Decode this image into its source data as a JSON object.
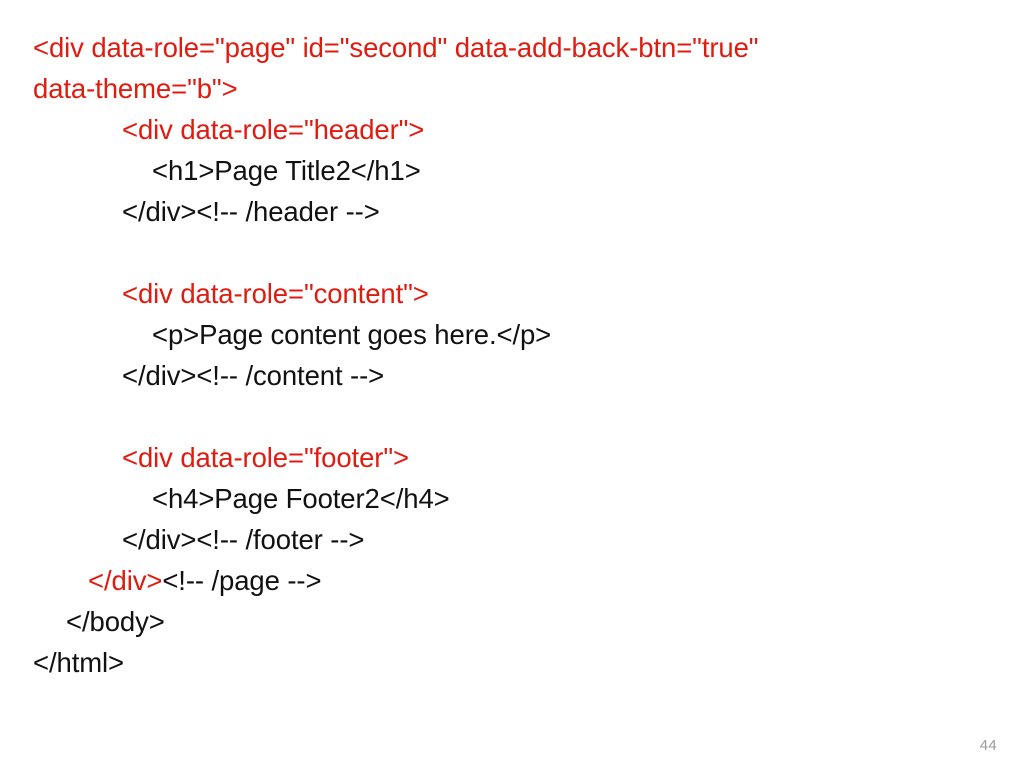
{
  "slide": {
    "page_number": "44",
    "colors": {
      "markup_red": "#E01B10",
      "text_black": "#111111",
      "background": "#FFFFFF",
      "page_number_gray": "#9B9B9B"
    }
  },
  "code": {
    "lines": [
      {
        "indent": 0,
        "blank": false,
        "segments": [
          {
            "color": "red",
            "text": "<div data-role=\"page\" id=\"second\" data-add-back-btn=\"true\""
          }
        ]
      },
      {
        "indent": 0,
        "blank": false,
        "segments": [
          {
            "color": "red",
            "text": "data-theme=\"b\">"
          }
        ]
      },
      {
        "indent": 3,
        "blank": false,
        "segments": [
          {
            "color": "red",
            "text": "<div data-role=\"header\">"
          }
        ]
      },
      {
        "indent": 4,
        "blank": false,
        "segments": [
          {
            "color": "black",
            "text": "<h1>Page Title2</h1>"
          }
        ]
      },
      {
        "indent": 3,
        "blank": false,
        "segments": [
          {
            "color": "black",
            "text": "</div><!-- /header -->"
          }
        ]
      },
      {
        "indent": 0,
        "blank": true,
        "segments": []
      },
      {
        "indent": 3,
        "blank": false,
        "segments": [
          {
            "color": "red",
            "text": "<div data-role=\"content\">"
          }
        ]
      },
      {
        "indent": 4,
        "blank": false,
        "segments": [
          {
            "color": "black",
            "text": "<p>Page content goes here.</p>"
          }
        ]
      },
      {
        "indent": 3,
        "blank": false,
        "segments": [
          {
            "color": "black",
            "text": "</div><!-- /content -->"
          }
        ]
      },
      {
        "indent": 0,
        "blank": true,
        "segments": []
      },
      {
        "indent": 3,
        "blank": false,
        "segments": [
          {
            "color": "red",
            "text": "<div data-role=\"footer\">"
          }
        ]
      },
      {
        "indent": 4,
        "blank": false,
        "segments": [
          {
            "color": "black",
            "text": "<h4>Page Footer2</h4>"
          }
        ]
      },
      {
        "indent": 3,
        "blank": false,
        "segments": [
          {
            "color": "black",
            "text": "</div><!-- /footer -->"
          }
        ]
      },
      {
        "indent": 2,
        "blank": false,
        "segments": [
          {
            "color": "red",
            "text": "</div>"
          },
          {
            "color": "black",
            "text": "<!-- /page -->"
          }
        ]
      },
      {
        "indent": 1,
        "blank": false,
        "segments": [
          {
            "color": "black",
            "text": "</body>"
          }
        ]
      },
      {
        "indent": 0,
        "blank": false,
        "segments": [
          {
            "color": "black",
            "text": "</html>"
          }
        ]
      }
    ]
  }
}
